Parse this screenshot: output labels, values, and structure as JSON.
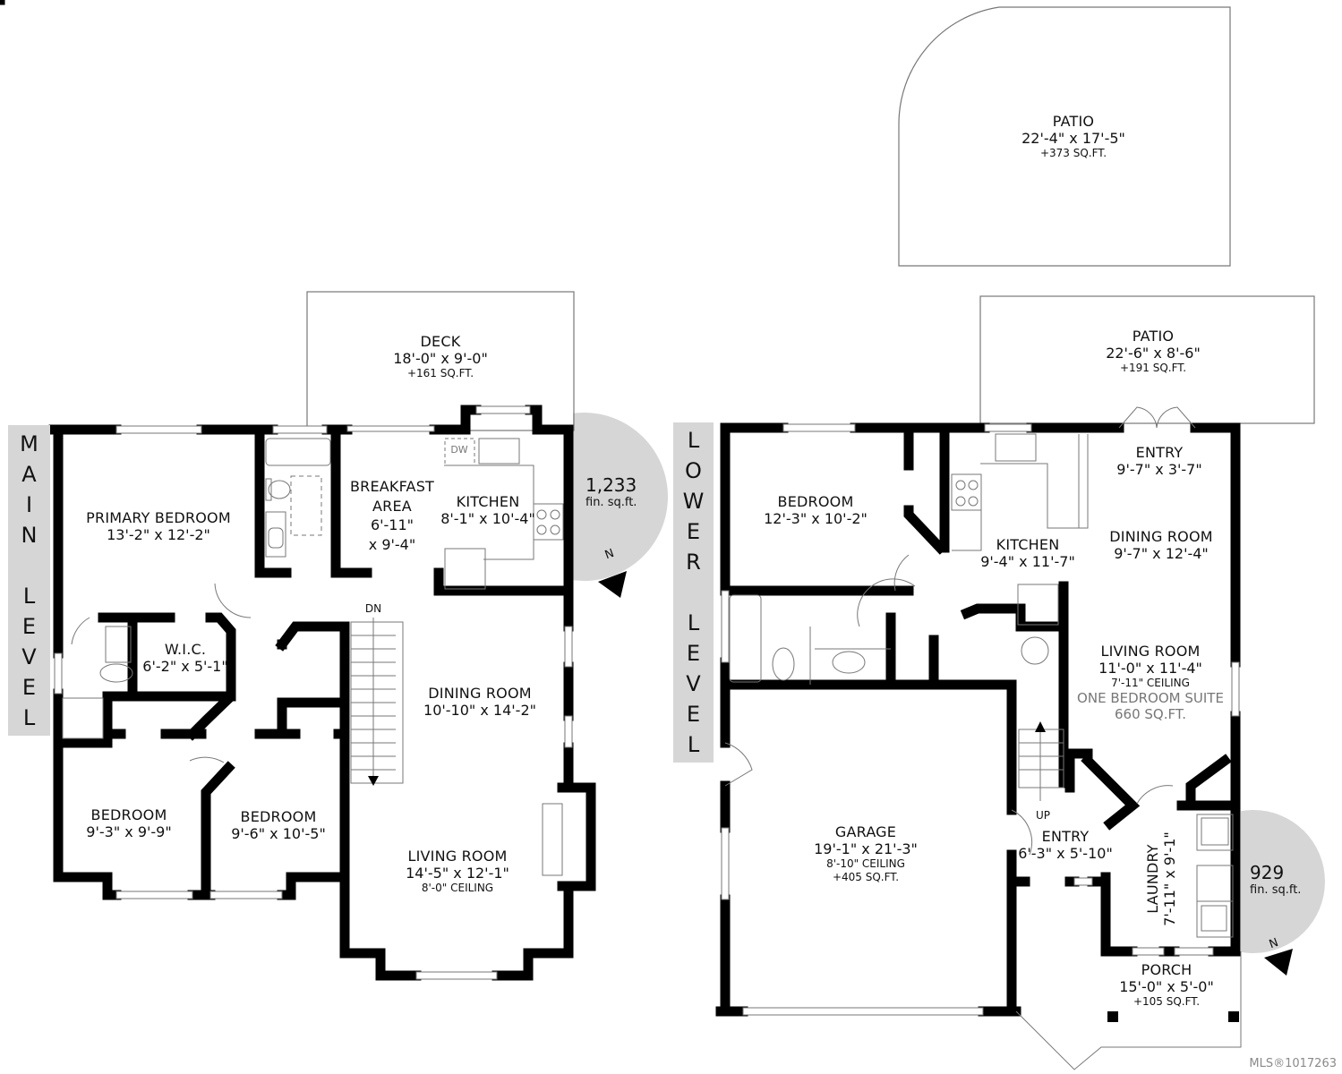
{
  "main_level": {
    "tag": [
      "M",
      "A",
      "I",
      "N",
      "",
      "L",
      "E",
      "V",
      "E",
      "L"
    ],
    "finished_sqft": {
      "value": "1,233",
      "unit": "fin. sq.ft."
    },
    "compass": "N",
    "rooms": [
      {
        "name": "DECK",
        "dims": "18'-0\" x 9'-0\"",
        "extra": "+161 SQ.FT."
      },
      {
        "name": "PRIMARY BEDROOM",
        "dims": "13'-2\" x 12'-2\""
      },
      {
        "name": "BREAKFAST",
        "name2": "AREA",
        "dims": "6'-11\"",
        "dims2": "x 9'-4\""
      },
      {
        "name": "KITCHEN",
        "dims": "8'-1\" x 10'-4\"",
        "appliance": "DW"
      },
      {
        "name": "W.I.C.",
        "dims": "6'-2\" x 5'-1\""
      },
      {
        "name": "DINING ROOM",
        "dims": "10'-10\" x 14'-2\""
      },
      {
        "name": "BEDROOM",
        "dims": "9'-3\" x 9'-9\""
      },
      {
        "name": "BEDROOM",
        "dims": "9'-6\" x 10'-5\""
      },
      {
        "name": "LIVING ROOM",
        "dims": "14'-5\" x 12'-1\"",
        "extra": "8'-0\" CEILING"
      }
    ],
    "stair_label": "DN"
  },
  "lower_level": {
    "tag": [
      "L",
      "O",
      "W",
      "E",
      "R",
      "",
      "L",
      "E",
      "V",
      "E",
      "L"
    ],
    "finished_sqft": {
      "value": "929",
      "unit": "fin. sq.ft."
    },
    "compass": "N",
    "rooms": [
      {
        "name": "PATIO",
        "dims": "22'-4\" x 17'-5\"",
        "extra": "+373 SQ.FT."
      },
      {
        "name": "PATIO",
        "dims": "22'-6\" x 8'-6\"",
        "extra": "+191 SQ.FT."
      },
      {
        "name": "ENTRY",
        "dims": "9'-7\" x 3'-7\""
      },
      {
        "name": "BEDROOM",
        "dims": "12'-3\" x 10'-2\""
      },
      {
        "name": "DINING ROOM",
        "dims": "9'-7\" x 12'-4\""
      },
      {
        "name": "KITCHEN",
        "dims": "9'-4\" x 11'-7\""
      },
      {
        "name": "LIVING ROOM",
        "dims": "11'-0\" x 11'-4\"",
        "extra": "7'-11\" CEILING",
        "suite": "ONE BEDROOM SUITE",
        "suite_sqft": "660 SQ.FT."
      },
      {
        "name": "GARAGE",
        "dims": "19'-1\" x 21'-3\"",
        "extra": "8'-10\" CEILING",
        "extra2": "+405 SQ.FT."
      },
      {
        "name": "ENTRY",
        "dims": "6'-3\" x 5'-10\""
      },
      {
        "name": "LAUNDRY",
        "dims": "7'-11\" x 9'-1\""
      },
      {
        "name": "PORCH",
        "dims": "15'-0\" x 5'-0\"",
        "extra": "+105 SQ.FT."
      }
    ],
    "stair_label": "UP"
  },
  "footer": {
    "mls": "MLS®1017263"
  },
  "colors": {
    "wall": "#000000",
    "tag_bg": "#d6d6d6",
    "sqft_circle": "#d6d6d6",
    "thin_line": "#777777",
    "suite_text": "#777777"
  }
}
